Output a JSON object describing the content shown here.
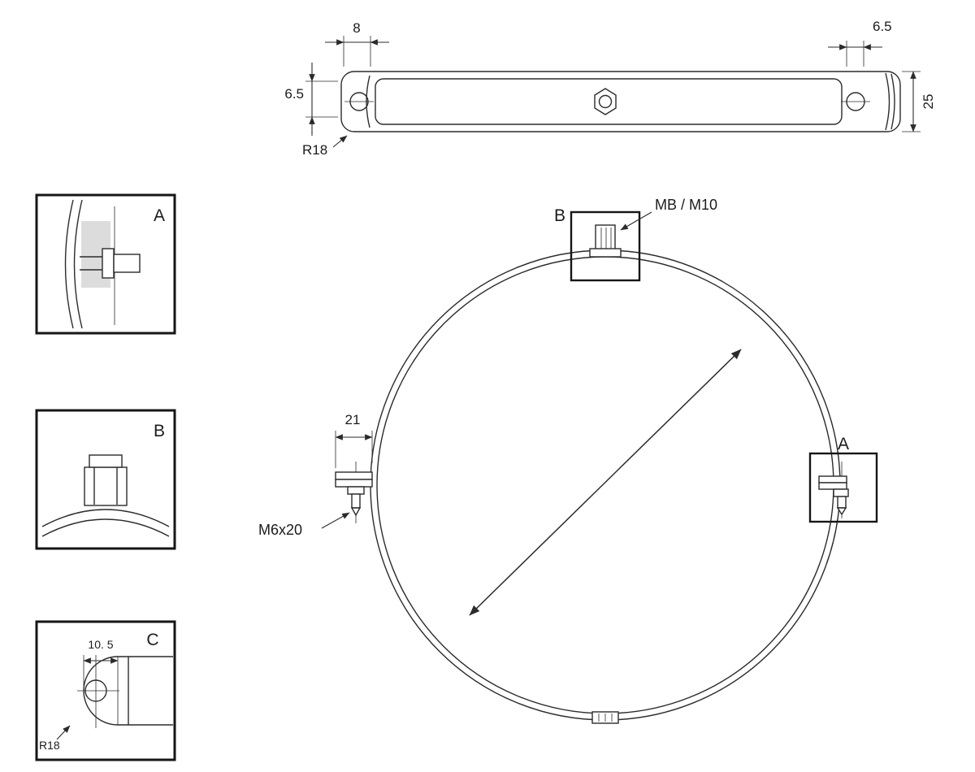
{
  "page": {
    "background": "#ffffff",
    "line_color": "#2b2b2b"
  },
  "top_view": {
    "dim_slot_width": "8",
    "dim_hole_offset_top": "6.5",
    "dim_hole_offset_left": "6.5",
    "dim_band_width": "25",
    "radius_callout": "R18"
  },
  "main_view": {
    "detail_b_tag": "B",
    "top_bolt_callout": "MB / M10",
    "dim_flange_width": "21",
    "left_bolt_callout": "M6x20",
    "detail_a_tag": "A"
  },
  "detail_boxes": {
    "a": {
      "label": "A"
    },
    "b": {
      "label": "B"
    },
    "c": {
      "label": "C",
      "dim_hole_offset": "10. 5",
      "radius_callout": "R18"
    }
  }
}
